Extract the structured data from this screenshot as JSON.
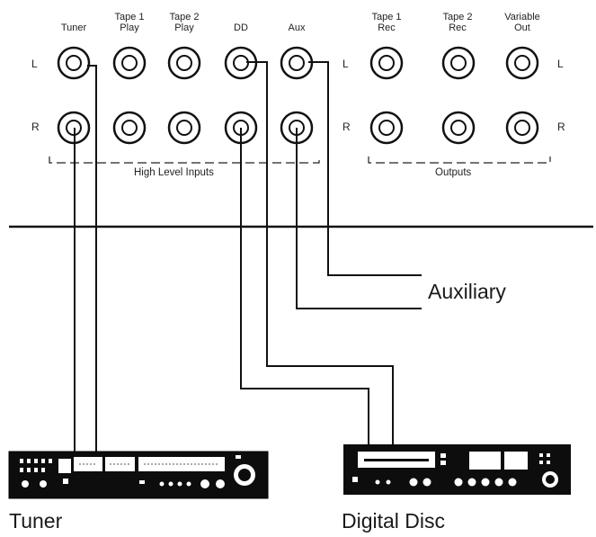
{
  "jack_labels": {
    "tuner": "Tuner",
    "tape1_play": "Tape 1\nPlay",
    "tape2_play": "Tape 2\nPlay",
    "dd": "DD",
    "aux": "Aux",
    "tape1_rec": "Tape 1\nRec",
    "tape2_rec": "Tape 2\nRec",
    "variable_out": "Variable\nOut"
  },
  "channel_labels": {
    "left": "L",
    "right": "R"
  },
  "groups": {
    "inputs": "High Level Inputs",
    "outputs": "Outputs"
  },
  "devices": {
    "auxiliary": "Auxiliary",
    "tuner": "Tuner",
    "digital_disc": "Digital Disc"
  }
}
